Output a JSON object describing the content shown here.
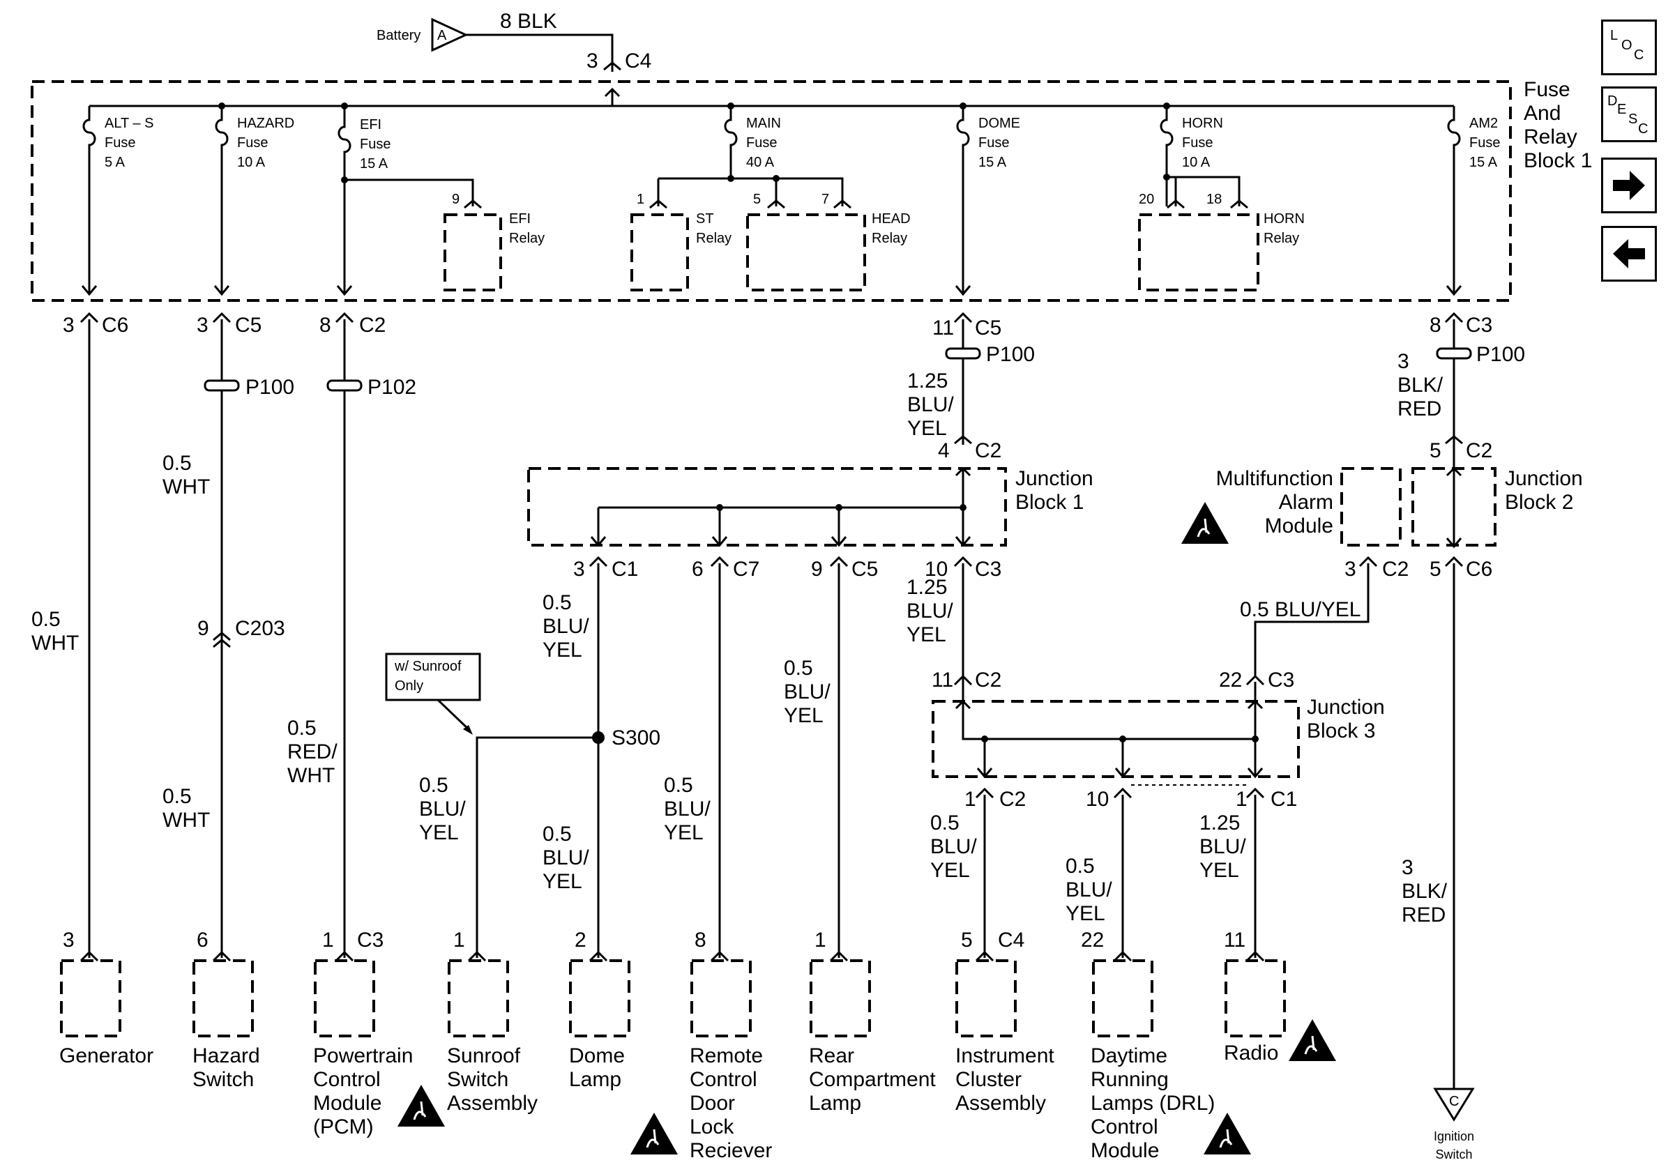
{
  "nav": {
    "loc": {
      "l": "L",
      "o": "O",
      "c": "C"
    },
    "desc": {
      "d": "D",
      "e": "E",
      "s": "S",
      "c": "C"
    }
  },
  "battery": {
    "label": "Battery",
    "tag": "A",
    "wire": "8 BLK",
    "pin": "3",
    "conn": "C4"
  },
  "fuse_block": {
    "title": [
      "Fuse",
      "And",
      "Relay",
      "Block 1"
    ]
  },
  "fuses": [
    {
      "name": "ALT – S",
      "word": "Fuse",
      "rating": "5 A"
    },
    {
      "name": "HAZARD",
      "word": "Fuse",
      "rating": "10 A"
    },
    {
      "name": "EFI",
      "word": "Fuse",
      "rating": "15 A"
    },
    {
      "name": "MAIN",
      "word": "Fuse",
      "rating": "40 A"
    },
    {
      "name": "DOME",
      "word": "Fuse",
      "rating": "15 A"
    },
    {
      "name": "HORN",
      "word": "Fuse",
      "rating": "10 A"
    },
    {
      "name": "AM2",
      "word": "Fuse",
      "rating": "15 A"
    }
  ],
  "relays": [
    {
      "name": "EFI",
      "word": "Relay",
      "pins": [
        "9"
      ]
    },
    {
      "name": "ST",
      "word": "Relay",
      "pins": [
        "1"
      ]
    },
    {
      "name": "HEAD",
      "word": "Relay",
      "pins": [
        "5",
        "7"
      ]
    },
    {
      "name": "HORN",
      "word": "Relay",
      "pins": [
        "20",
        "18"
      ]
    }
  ],
  "block_out": [
    {
      "pin": "3",
      "conn": "C6"
    },
    {
      "pin": "3",
      "conn": "C5"
    },
    {
      "pin": "8",
      "conn": "C2"
    },
    {
      "pin": "11",
      "conn": "C5"
    },
    {
      "pin": "8",
      "conn": "C3"
    }
  ],
  "splices": {
    "p100a": "P100",
    "p102": "P102",
    "p100b": "P100",
    "p100c": "P100",
    "s300": "S300"
  },
  "wires": {
    "gen": [
      "0.5",
      "WHT"
    ],
    "haz1": [
      "0.5",
      "WHT"
    ],
    "haz2": [
      "0.5",
      "WHT"
    ],
    "efi": [
      "0.5",
      "RED/",
      "WHT"
    ],
    "dome1": [
      "1.25",
      "BLU/",
      "YEL"
    ],
    "am2a": [
      "3",
      "BLK/",
      "RED"
    ],
    "am2b": [
      "3",
      "BLK/",
      "RED"
    ],
    "c1": [
      "0.5",
      "BLU/",
      "YEL"
    ],
    "sunroof": [
      "0.5",
      "BLU/",
      "YEL"
    ],
    "domelamp": [
      "0.5",
      "BLU/",
      "YEL"
    ],
    "remote": [
      "0.5",
      "BLU/",
      "YEL"
    ],
    "rear": [
      "0.5",
      "BLU/",
      "YEL"
    ],
    "jb1c3": [
      "1.25",
      "BLU/",
      "YEL"
    ],
    "mam": "0.5 BLU/YEL",
    "inst": [
      "0.5",
      "BLU/",
      "YEL"
    ],
    "drl": [
      "0.5",
      "BLU/",
      "YEL"
    ],
    "radio": [
      "1.25",
      "BLU/",
      "YEL"
    ]
  },
  "haz_c203": {
    "pin": "9",
    "conn": "C203"
  },
  "jb1": {
    "title": [
      "Junction",
      "Block 1"
    ],
    "in_pin": "4",
    "in_conn": "C2",
    "outs": [
      {
        "pin": "3",
        "conn": "C1"
      },
      {
        "pin": "6",
        "conn": "C7"
      },
      {
        "pin": "9",
        "conn": "C5"
      },
      {
        "pin": "10",
        "conn": "C3"
      }
    ]
  },
  "jb2": {
    "title": [
      "Junction",
      "Block 2"
    ],
    "in_pin": "5",
    "in_conn": "C2",
    "out_pin": "5",
    "out_conn": "C6"
  },
  "mam": {
    "title": [
      "Multifunction",
      "Alarm",
      "Module"
    ],
    "out_pin": "3",
    "out_conn": "C2"
  },
  "jb3": {
    "title": [
      "Junction",
      "Block 3"
    ],
    "in1_pin": "11",
    "in1_conn": "C2",
    "in2_pin": "22",
    "in2_conn": "C3",
    "outs": [
      {
        "pin": "1",
        "conn": "C2"
      },
      {
        "pin": "10",
        "conn": ""
      },
      {
        "pin": "1",
        "conn": "C1"
      }
    ]
  },
  "note": [
    "w/ Sunroof",
    "Only"
  ],
  "components": [
    {
      "pin": "3",
      "conn": "",
      "name": [
        "Generator"
      ]
    },
    {
      "pin": "6",
      "conn": "",
      "name": [
        "Hazard",
        "Switch"
      ]
    },
    {
      "pin": "1",
      "conn": "C3",
      "name": [
        "Powertrain",
        "Control",
        "Module",
        "(PCM)"
      ]
    },
    {
      "pin": "1",
      "conn": "",
      "name": [
        "Sunroof",
        "Switch",
        "Assembly"
      ]
    },
    {
      "pin": "2",
      "conn": "",
      "name": [
        "Dome",
        "Lamp"
      ]
    },
    {
      "pin": "8",
      "conn": "",
      "name": [
        "Remote",
        "Control",
        "Door",
        "Lock",
        "Reciever"
      ]
    },
    {
      "pin": "1",
      "conn": "",
      "name": [
        "Rear",
        "Compartment",
        "Lamp"
      ]
    },
    {
      "pin": "5",
      "conn": "C4",
      "name": [
        "Instrument",
        "Cluster",
        "Assembly"
      ]
    },
    {
      "pin": "22",
      "conn": "",
      "name": [
        "Daytime",
        "Running",
        "Lamps (DRL)",
        "Control",
        "Module"
      ]
    },
    {
      "pin": "11",
      "conn": "",
      "name": [
        "Radio"
      ]
    }
  ],
  "ignition": {
    "tag": "C",
    "name": [
      "Ignition",
      "Switch"
    ]
  }
}
